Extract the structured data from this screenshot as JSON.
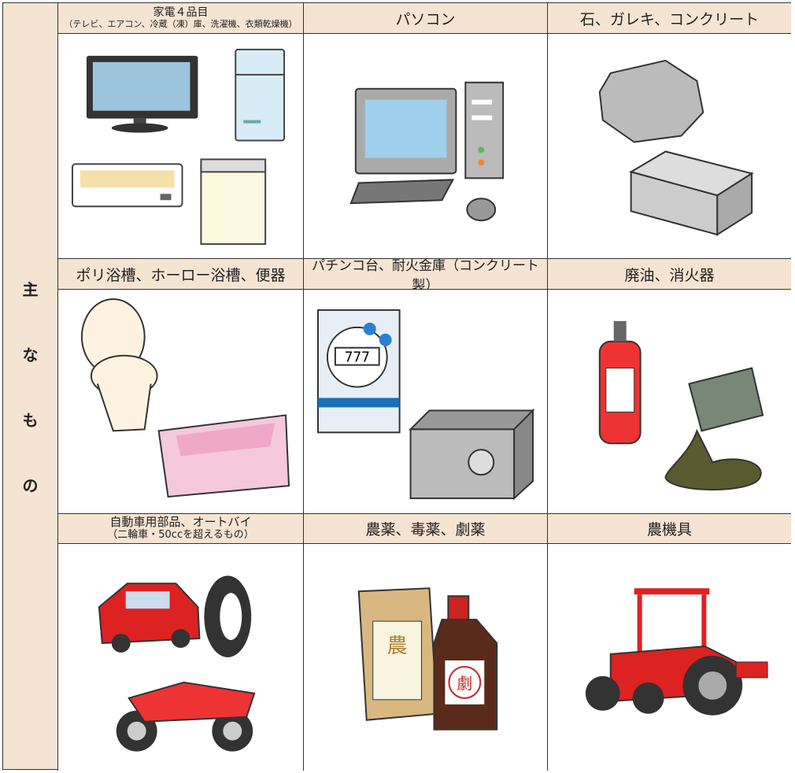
{
  "side_label": [
    "主",
    "な",
    "も",
    "の"
  ],
  "cells": [
    {
      "title": "家電４品目",
      "subtitle": "（テレビ、エアコン、冷蔵（凍）庫、洗濯機、衣類乾燥機）"
    },
    {
      "title": "パソコン"
    },
    {
      "title": "石、ガレキ、コンクリート"
    },
    {
      "title": "ポリ浴槽、ホーロー浴槽、便器"
    },
    {
      "title": "パチンコ台、耐火金庫（コンクリート製）"
    },
    {
      "title": "廃油、消火器"
    },
    {
      "title": "自動車用部品、オートバイ",
      "subtitle": "（二輪車・50ccを超えるもの）"
    },
    {
      "title": "農薬、毒薬、劇薬"
    },
    {
      "title": "農機具"
    }
  ],
  "illustration_text": {
    "pachinko_number": "777",
    "pesticide_label": "農",
    "poison_label": "劇"
  }
}
